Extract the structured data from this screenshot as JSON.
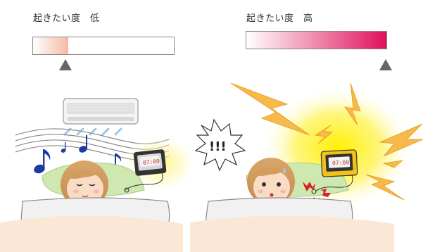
{
  "left_panel": {
    "label": "起きたい度　低",
    "level": 0.25,
    "fill_color": "#f5b9a6"
  },
  "right_panel": {
    "label": "起きたい度　高",
    "level": 1.0,
    "fill_color": "#e0125a"
  },
  "clock": {
    "time": "07:00"
  },
  "exclamation": "!!!",
  "icons": [
    "air-conditioner-icon",
    "music-notes-icon",
    "alarm-clock-icon",
    "lightning-icon",
    "sound-zigzag-icon",
    "sleeping-face-icon",
    "awake-face-icon"
  ]
}
